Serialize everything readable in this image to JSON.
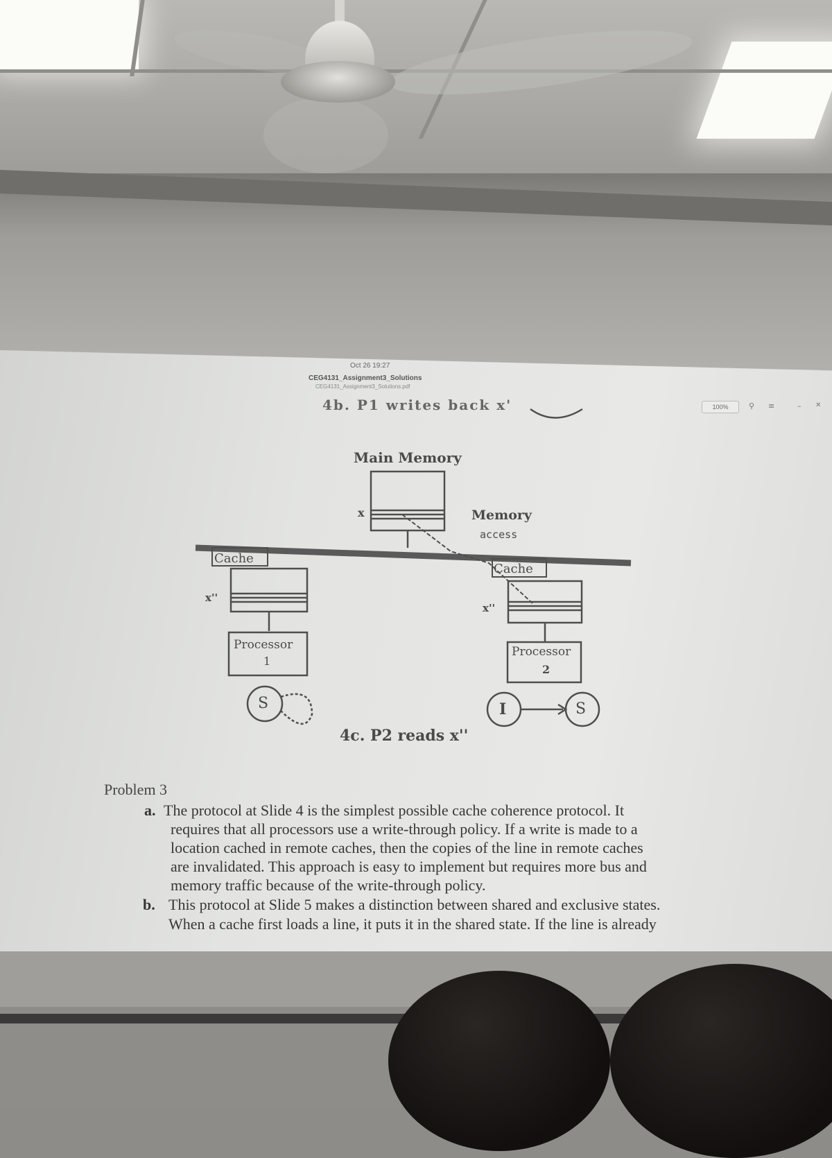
{
  "viewer": {
    "date": "Oct 26  19:27",
    "title": "CEG4131_Assignment3_Solutions",
    "subtitle": "CEG4131_Assignment3_Solutions.pdf",
    "zoom": "100%",
    "icons": [
      "search-icon",
      "menu-icon",
      "minimize-icon",
      "close-icon"
    ]
  },
  "diagram": {
    "caption_top": "4b. P1 writes back x'",
    "main_memory": "Main Memory",
    "memory_x": "x",
    "memory_access_1": "Memory",
    "memory_access_2": "access",
    "cache_left": "Cache",
    "cache_right": "Cache",
    "x_left": "x''",
    "x_right": "x''",
    "processor_left": "Processor",
    "processor_left_num": "1",
    "processor_right": "Processor",
    "processor_right_num": "2",
    "state_p1": "S",
    "state_p2_from": "I",
    "state_p2_to": "S",
    "caption_bottom": "4c. P2 reads x''"
  },
  "problem": {
    "heading": "Problem 3",
    "a_marker": "a.",
    "a_lines": [
      "The protocol at Slide 4 is the simplest possible cache coherence protocol. It",
      "requires that all processors use a write-through policy. If a write is made to a",
      "location cached in remote caches, then the copies of the line in remote caches",
      "are invalidated. This approach is easy to implement but requires more bus and",
      "memory traffic because of the write-through policy."
    ],
    "b_marker": "b.",
    "b_lines": [
      "This protocol at Slide 5 makes a distinction between shared and exclusive states.",
      "When a cache first loads a line, it puts it in the shared state. If the line is already"
    ]
  }
}
